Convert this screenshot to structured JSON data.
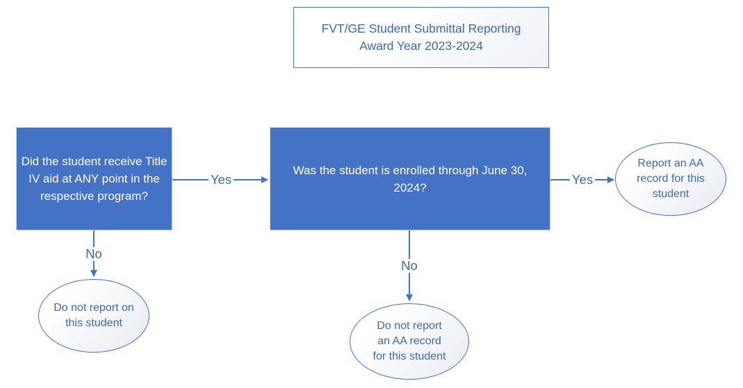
{
  "palette": {
    "accent_blue_fill": "#4472C4",
    "diagram_text_blue": "#3D68B2",
    "box_text_color": "#FFFFFF",
    "background": "#FFFFFF"
  },
  "title_box": {
    "lines": [
      "FVT/GE Student Submittal Reporting",
      "Award Year 2023-2024"
    ]
  },
  "nodes": {
    "q1": {
      "text": "Did the student receive Title IV aid at ANY point in the respective program?"
    },
    "q2": {
      "text": "Was the student is enrolled through June 30, 2024?"
    },
    "outcome_report_aa": {
      "text": "Report an AA record for this student"
    },
    "outcome_do_not_report_student": {
      "text": "Do not report on this student"
    },
    "outcome_do_not_report_record": {
      "text": "Do not report an AA record for this student"
    }
  },
  "edges": {
    "q1_yes": {
      "label": "Yes"
    },
    "q1_no": {
      "label": "No"
    },
    "q2_yes": {
      "label": "Yes"
    },
    "q2_no": {
      "label": "No"
    }
  }
}
